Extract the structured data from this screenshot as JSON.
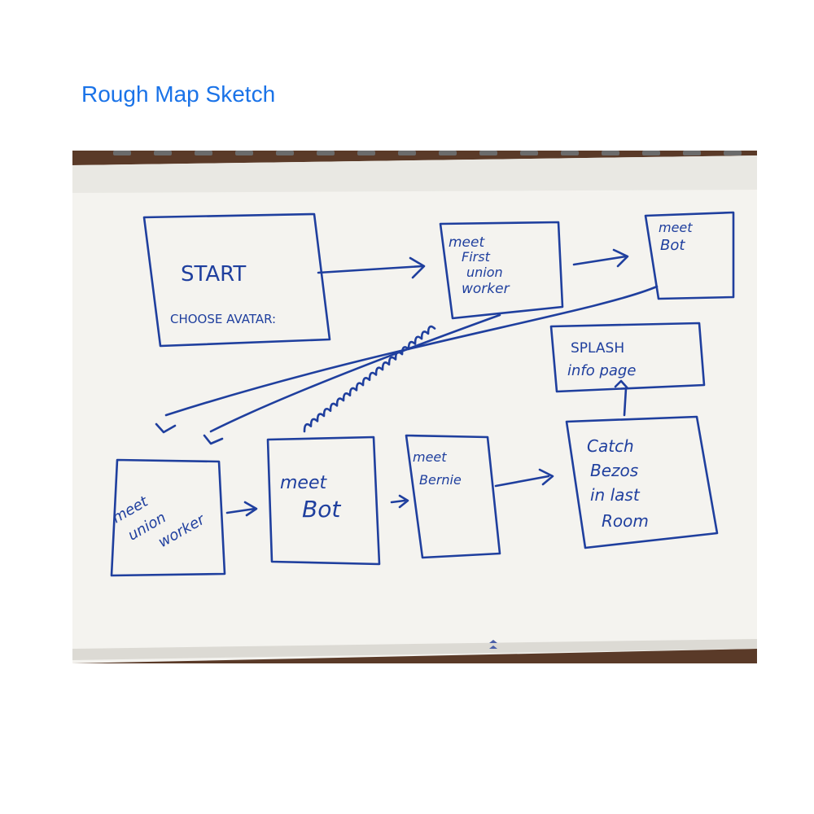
{
  "page": {
    "title": "Rough Map Sketch",
    "title_color": "#1a73e8"
  },
  "sketch": {
    "ink_color": "#1f3f9e",
    "paper_color": "#f4f3ef",
    "nodes": {
      "start": {
        "lines": [
          "START",
          "CHOOSE AVATAR:"
        ]
      },
      "meet_first_union_worker": {
        "lines": [
          "meet",
          "First",
          "union",
          "worker"
        ]
      },
      "meet_bot_top": {
        "lines": [
          "meet",
          "Bot"
        ]
      },
      "splash_info_page": {
        "lines": [
          "SPLASH",
          "info page"
        ]
      },
      "meet_union_worker": {
        "lines": [
          "meet",
          "union",
          "worker"
        ]
      },
      "meet_bot": {
        "lines": [
          "meet",
          "Bot"
        ]
      },
      "meet_bernie": {
        "lines": [
          "meet",
          "Bernie"
        ]
      },
      "catch_bezos": {
        "lines": [
          "Catch",
          "Bezos",
          "in last",
          "Room"
        ]
      }
    }
  }
}
